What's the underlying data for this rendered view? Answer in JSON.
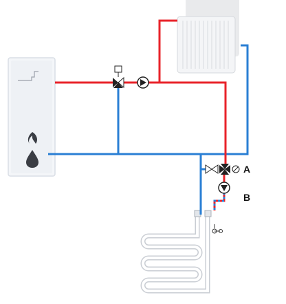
{
  "labels": {
    "a": "A",
    "b": "B"
  },
  "colors": {
    "supply": "#e8232a",
    "return": "#2a7fd4",
    "boiler": "#f4f6f9",
    "boiler_edge": "#d9dee6",
    "radiator": "#f1f2f4",
    "flame": "#3a3d44",
    "floor_loop": "#dfe2e7"
  },
  "icons": [
    "boiler",
    "flame-icon",
    "drop-icon",
    "radiator",
    "three-way-valve",
    "circulation-pump",
    "mixing-valve",
    "floor-heating-loop",
    "thermostat-sensor"
  ]
}
